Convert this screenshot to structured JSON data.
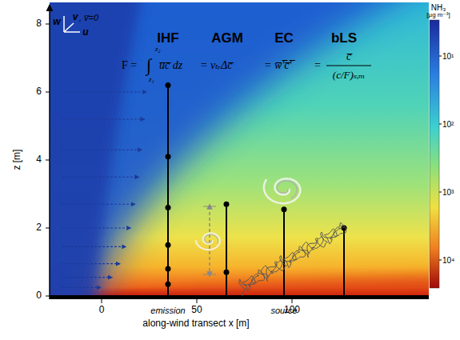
{
  "diagram": {
    "labels": [
      "IHF",
      "AGM",
      "EC",
      "bLS",
      "F =",
      "∫",
      "z₂",
      "z₁",
      "u̅c̅ dz",
      "= vₜᵣΔc̅",
      "= w̅'̅c̅'̅",
      "=",
      "c̅",
      "(c/F)ₛᵢₘ",
      "w",
      "v",
      ", v̅=0",
      "u",
      "0",
      "2",
      "4",
      "6",
      "8",
      "z [m]",
      "0",
      "emission",
      "50",
      "source",
      "100",
      "along-wind transect x [m]",
      "NH₃",
      "[µg m⁻³]",
      "10¹",
      "10²",
      "10³",
      "10⁴"
    ]
  }
}
